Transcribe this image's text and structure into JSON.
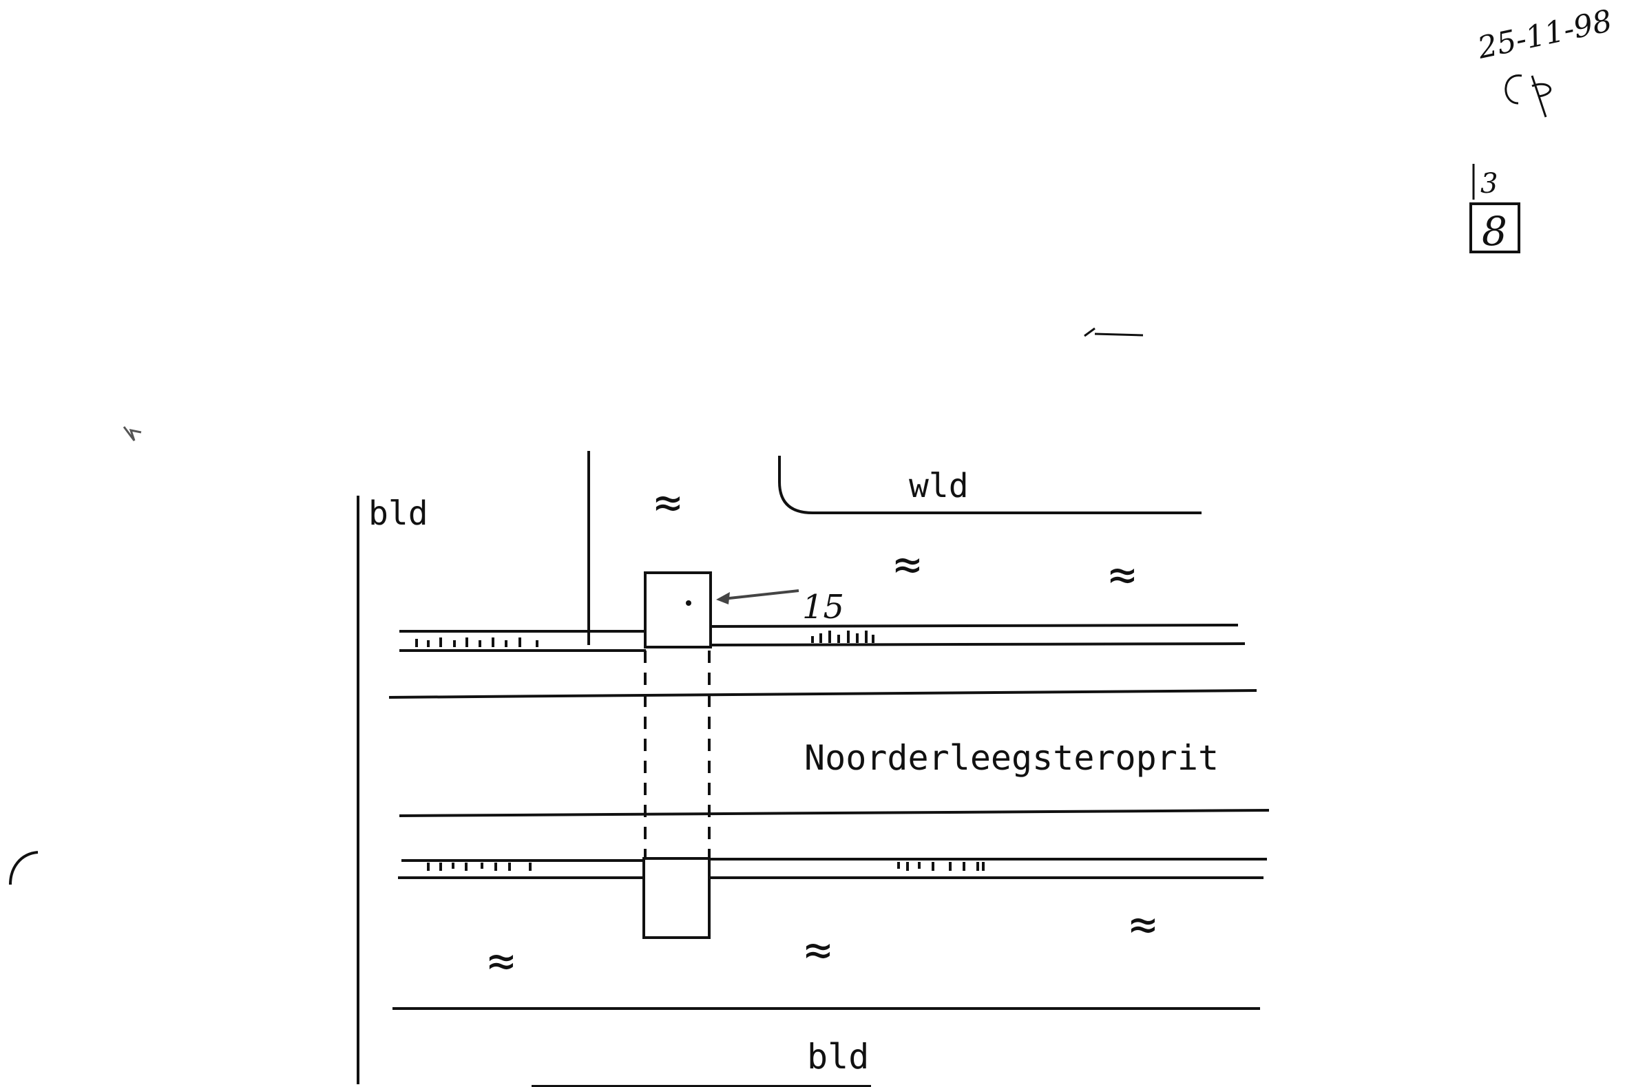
{
  "stamp": {
    "date": "25-11-98",
    "page_top": "3",
    "page_bottom": "8"
  },
  "labels": {
    "bld_top": "bld",
    "wld": "wld",
    "point_number": "15",
    "road_name": "Noorderleegsteroprit",
    "bld_bottom": "bld"
  },
  "water_symbol": "≈"
}
